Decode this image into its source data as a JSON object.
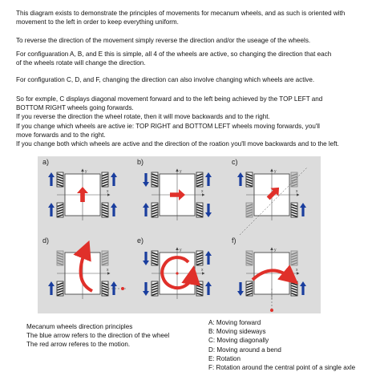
{
  "paragraphs": {
    "intro": [
      "This diagram exists to demonstrate the principles of movements for mecanum wheels, and as such is oriented with",
      "movement to the left in order to keep everything uniform."
    ],
    "reverse": [
      "To reverse the direction of the movement simply reverse the direction and/or the useage of the wheels."
    ],
    "cfg_abe": [
      "For configuaration A, B, and E this is simple, all 4 of the wheels are active, so changing the direction that each",
      "of the wheels rotate will change the direction."
    ],
    "cfg_cdf": [
      "For configuration C, D, and F, changing the direction can also involve changing which wheels are active."
    ],
    "example": [
      "So for exmple, C displays diagonal movement forward and to the left being achieved by the TOP LEFT and",
      "BOTTOM RIGHT wheels going forwards.",
      "If you reverse the direction the wheel rotate, then it will move backwards and to the right.",
      "If you change which wheels are active ie: TOP RIGHT and BOTTOM LEFT wheels moving forwards, you'll",
      "move forwards and to the right.",
      "If you change both which wheels are active and the direction of the roation you'll move backwards and to the left."
    ]
  },
  "diagram": {
    "panels": [
      {
        "label": "a)",
        "motion": "forward"
      },
      {
        "label": "b)",
        "motion": "sideways"
      },
      {
        "label": "c)",
        "motion": "diagonal"
      },
      {
        "label": "d)",
        "motion": "bend"
      },
      {
        "label": "e)",
        "motion": "rotation"
      },
      {
        "label": "f)",
        "motion": "rotation-point"
      }
    ],
    "axis_labels": {
      "x": "x",
      "y": "y"
    },
    "colors": {
      "blue_arrow": "#1a3e9e",
      "red_arrow": "#e0302a",
      "panel_bg": "#dcdcdc",
      "wheel": "#222222"
    }
  },
  "caption": {
    "lines": [
      "Mecanum wheels direction principles",
      "The blue arrow refers to the direction of the wheel",
      "The red arrow referes to the motion."
    ]
  },
  "legend": {
    "items": [
      "A: Moving forward",
      "B: Moving sideways",
      "C: Moving diagonally",
      "D: Moving around a bend",
      "E: Rotation",
      "F: Rotation around the central point of a single axle"
    ]
  }
}
